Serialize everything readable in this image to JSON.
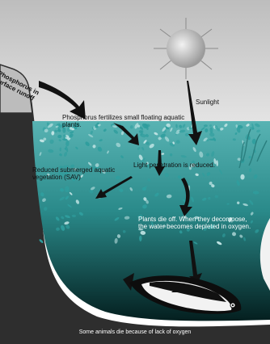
{
  "labels": {
    "runoff_line1": "Phosphorus in",
    "runoff_line2": "surface runoff",
    "sunlight": "Sunlight",
    "fertilizes": "Phosphorus fertilizes small floating aquatic plants.",
    "light_reduced": "Light penetration is reduced.",
    "sav": "Reduced submerged aquatic vegetation (SAV)",
    "decompose": "Plants die off. When they decompose, the water becomes depleted in oxygen.",
    "oxygen_death": "Some animals die because of lack of oxygen"
  },
  "colors": {
    "sky": "#d6d6d6",
    "water_top": "#3fa2a2",
    "water_bottom": "#052c2c",
    "ground": "#3a3a3a",
    "algae": "#2f9e9e",
    "sun": "#b8b8b8"
  }
}
